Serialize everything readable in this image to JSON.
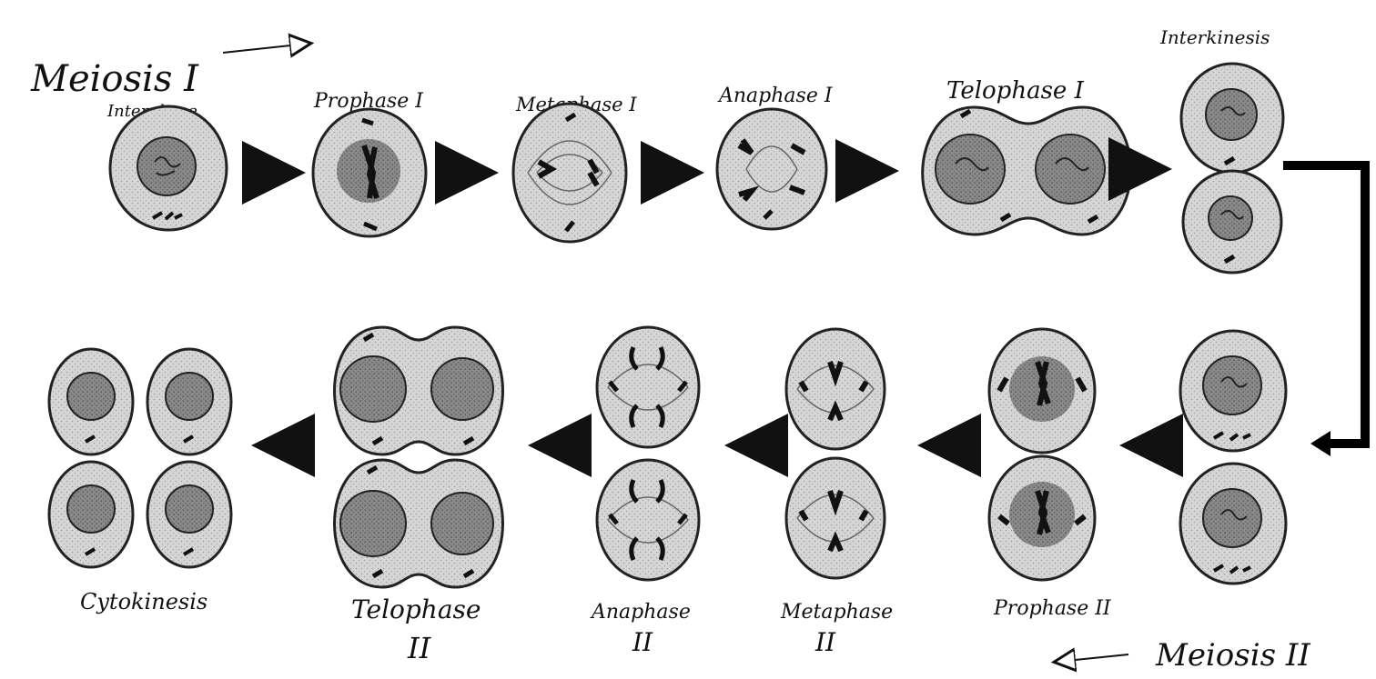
{
  "header": {
    "meiosis_one": "Meiosis I",
    "meiosis_two": "Meiosis II"
  },
  "stages_row1": [
    {
      "label": "Interphase"
    },
    {
      "label": "Prophase I"
    },
    {
      "label": "Metaphase I"
    },
    {
      "label": "Anaphase I"
    },
    {
      "label": "Telophase I"
    },
    {
      "label": "Interkinesis"
    }
  ],
  "stages_row2": [
    {
      "label": "Cytokinesis"
    },
    {
      "label": "Telophase",
      "label2": "II"
    },
    {
      "label": "Anaphase",
      "label2": "II"
    },
    {
      "label": "Metaphase",
      "label2": "II"
    },
    {
      "label": "Prophase II"
    }
  ],
  "colors": {
    "cell_fill": "#d2d2d2",
    "cell_stroke": "#222222",
    "nucleus_fill": "#8f8f8f",
    "chromosome": "#111111",
    "arrow": "#111111",
    "connector": "#000000"
  }
}
